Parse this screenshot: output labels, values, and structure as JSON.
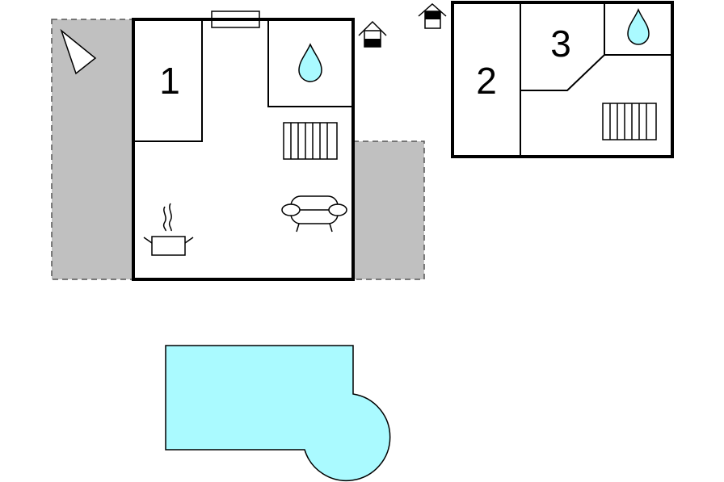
{
  "rooms": [
    {
      "number": "1",
      "type": "bedroom"
    },
    {
      "number": "2",
      "type": "bedroom"
    },
    {
      "number": "3",
      "type": "bedroom"
    }
  ],
  "icons": [
    "compass-icon",
    "window-icon",
    "bathroom-drop-icon",
    "radiator-icon",
    "sofa-icon",
    "kitchen-pot-icon",
    "entrance-icon",
    "bathroom-drop-icon",
    "radiator-icon",
    "entrance-icon"
  ],
  "colors": {
    "terrace": "#c0c0c0",
    "water": "#aafaff",
    "walls": "#000000",
    "background": "#ffffff"
  }
}
